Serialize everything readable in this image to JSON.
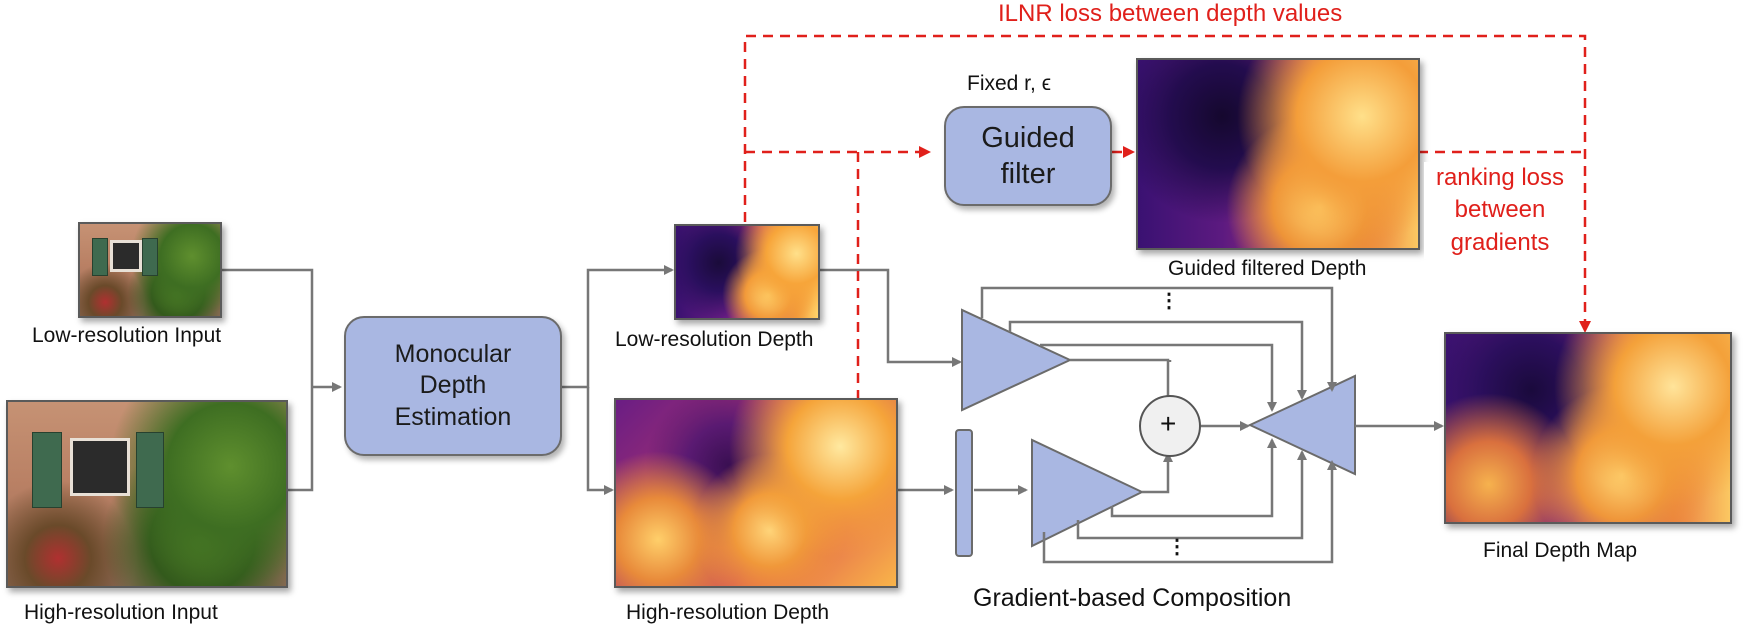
{
  "labels": {
    "low_res_input": "Low-resolution Input",
    "high_res_input": "High-resolution Input",
    "low_res_depth": "Low-resolution Depth",
    "high_res_depth": "High-resolution Depth",
    "guided_depth": "Guided filtered Depth",
    "final_depth": "Final Depth Map",
    "composition": "Gradient-based Composition",
    "fixed_params": "Fixed r, ϵ",
    "ilnr_loss": "ILNR loss between depth values",
    "ranking_loss": "ranking loss\nbetween\ngradients",
    "dots_top": "⋮",
    "dots_bottom": "⋮",
    "plus": "+"
  },
  "nodes": {
    "monocular": "Monocular\nDepth\nEstimation",
    "guided_filter": "Guided\nfilter"
  },
  "colors": {
    "node_fill": "#a9b7e2",
    "loss_red": "#e0201b",
    "arrow_gray": "#777777"
  }
}
